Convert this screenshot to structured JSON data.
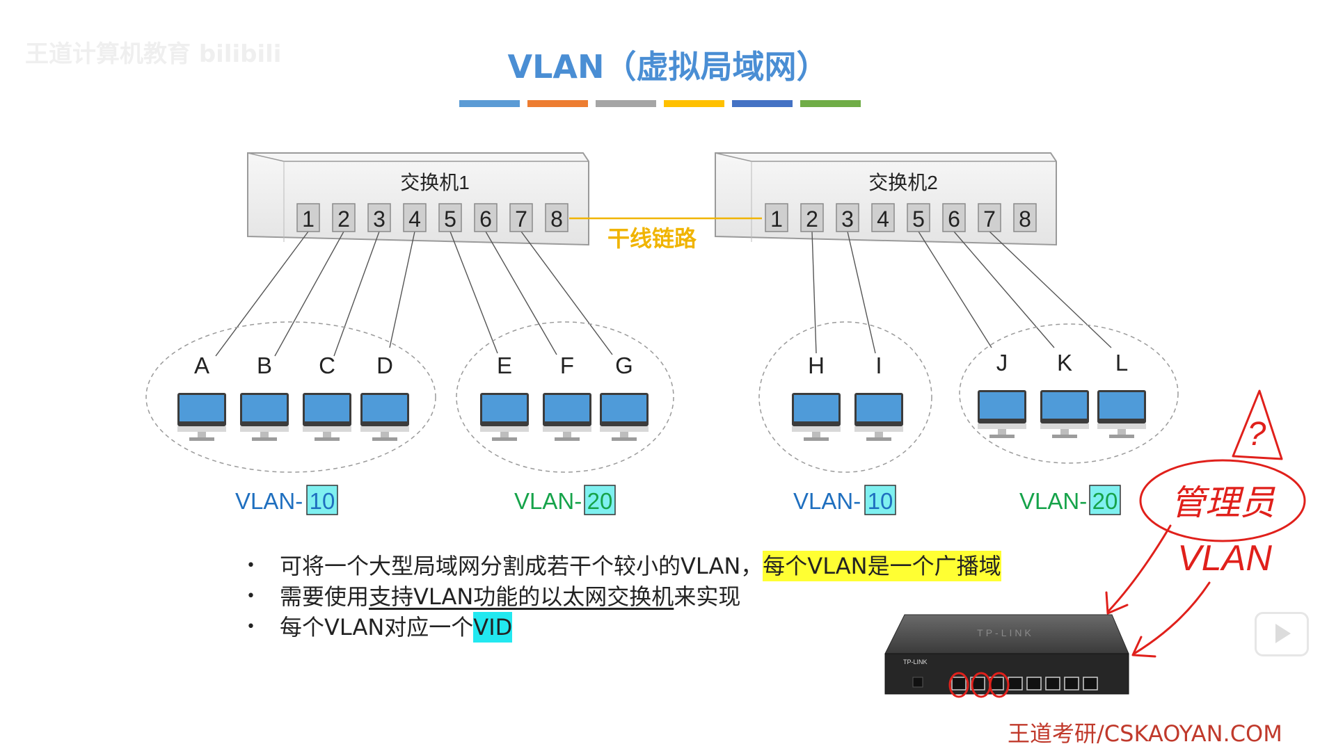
{
  "watermark": "王道计算机教育 bilibili",
  "title": "VLAN（虚拟局域网）",
  "title_bar_colors": [
    "#5b9bd5",
    "#ed7d31",
    "#a5a5a5",
    "#ffc000",
    "#4472c4",
    "#70ad47"
  ],
  "switches": [
    {
      "label": "交换机1",
      "ports": [
        "1",
        "2",
        "3",
        "4",
        "5",
        "6",
        "7",
        "8"
      ]
    },
    {
      "label": "交换机2",
      "ports": [
        "1",
        "2",
        "3",
        "4",
        "5",
        "6",
        "7",
        "8"
      ]
    }
  ],
  "trunk_label": "干线链路",
  "hosts": [
    "A",
    "B",
    "C",
    "D",
    "E",
    "F",
    "G",
    "H",
    "I",
    "J",
    "K",
    "L"
  ],
  "vlan_groups": [
    {
      "prefix": "VLAN-",
      "id": "10",
      "prefix_color": "#1f6fbf"
    },
    {
      "prefix": "VLAN-",
      "id": "20",
      "prefix_color": "#16a34a"
    },
    {
      "prefix": "VLAN-",
      "id": "10",
      "prefix_color": "#1f6fbf"
    },
    {
      "prefix": "VLAN-",
      "id": "20",
      "prefix_color": "#16a34a"
    }
  ],
  "bullets": {
    "dot": "•",
    "b1_text": "可将一个大型局域网分割成若干个较小的VLAN，",
    "b1_highlight": "每个VLAN是一个广播域",
    "b2_prefix": "需要使用",
    "b2_underline": "支持VLAN功能的以太网交换机",
    "b2_suffix": "来实现",
    "b3_text": "每个VLAN对应一个",
    "b3_highlight": "VID"
  },
  "device": {
    "brand_top": "TP-LINK",
    "brand_front": "TP-LINK"
  },
  "annotations": {
    "question": "?",
    "admin": "管理员",
    "vlan": "VLAN"
  },
  "footer": "王道考研/CSKAOYAN.COM",
  "colors": {
    "title": "#4a8ed4",
    "trunk": "#f0b400",
    "highlight_yellow": "#ffff33",
    "highlight_cyan": "#22e8f0",
    "ink_red": "#e0201b",
    "footer": "#c0392b"
  }
}
